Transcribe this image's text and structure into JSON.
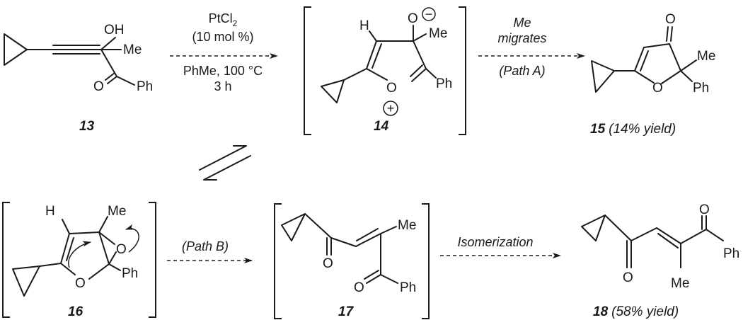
{
  "compound_13": {
    "number": "13",
    "oh": "OH",
    "me": "Me",
    "o": "O",
    "ph": "Ph"
  },
  "step1": {
    "reagent_main": "PtCl",
    "reagent_sub": "2",
    "loading": "(10 mol %)",
    "solvent_temp": "PhMe, 100 °C",
    "time": "3 h"
  },
  "intermediate_14": {
    "number": "14",
    "h": "H",
    "o_minus": "O",
    "me": "Me",
    "o_ring": "O",
    "ph": "Ph",
    "minus_charge": "−",
    "plus_charge": "+"
  },
  "step_path_a": {
    "line1": "Me",
    "line2": "migrates",
    "line3": "(Path A)"
  },
  "product_15": {
    "number": "15",
    "yield": "(14% yield)",
    "o_carbonyl": "O",
    "me": "Me",
    "o_ring": "O",
    "ph": "Ph"
  },
  "intermediate_16": {
    "number": "16",
    "h": "H",
    "me": "Me",
    "o_epox": "O",
    "o_ring": "O",
    "ph": "Ph"
  },
  "step_path_b": {
    "label": "(Path B)"
  },
  "intermediate_17": {
    "number": "17",
    "o_ketone": "O",
    "me": "Me",
    "o_benzoyl": "O",
    "ph": "Ph"
  },
  "step_isomerization": {
    "label": "Isomerization"
  },
  "product_18": {
    "number": "18",
    "yield": "(58% yield)",
    "o_benzoyl": "O",
    "ph": "Ph",
    "o_ketone": "O",
    "me": "Me"
  }
}
